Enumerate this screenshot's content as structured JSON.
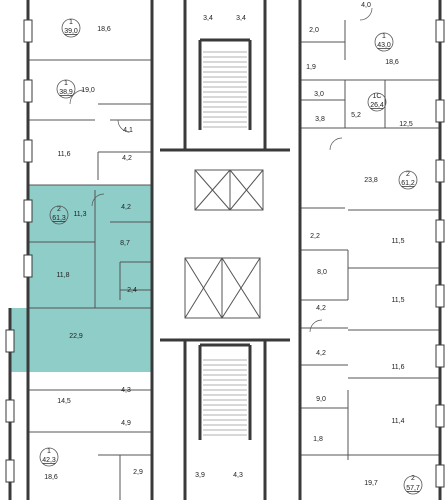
{
  "floor_plan": {
    "highlight_color": "#8ecdc8",
    "wall_color": "#3a3a3a",
    "apartments": [
      {
        "id": "apt-1-39",
        "rooms_label": "1",
        "total_area": "39,0",
        "rooms": [
          "18,6"
        ]
      },
      {
        "id": "apt-1-38",
        "rooms_label": "1",
        "total_area": "38,9",
        "rooms": [
          "19,0",
          "4,1",
          "11,6",
          "4,2"
        ]
      },
      {
        "id": "apt-2-61-highlighted",
        "rooms_label": "2",
        "total_area": "61,3",
        "rooms": [
          "11,3",
          "4,2",
          "8,7",
          "11,8",
          "2,4",
          "22,9"
        ]
      },
      {
        "id": "apt-left-lower",
        "rooms": [
          "4,3",
          "14,5",
          "4,9"
        ]
      },
      {
        "id": "apt-1-42",
        "rooms_label": "1",
        "total_area": "42,3",
        "rooms": [
          "18,6",
          "2,9"
        ]
      },
      {
        "id": "apt-top-right",
        "rooms": [
          "4,0",
          "2,0",
          "1,9"
        ]
      },
      {
        "id": "apt-1-43",
        "rooms_label": "1",
        "total_area": "43,0",
        "rooms": [
          "18,6"
        ]
      },
      {
        "id": "apt-1c-26",
        "rooms_label": "1С",
        "total_area": "26,4",
        "rooms": [
          "3,0",
          "3,8",
          "5,2",
          "12,5"
        ]
      },
      {
        "id": "apt-2-61-right",
        "rooms_label": "2",
        "total_area": "61,2",
        "rooms": [
          "23,8",
          "2,2",
          "11,5",
          "8,0",
          "11,5",
          "4,2",
          "4,2"
        ]
      },
      {
        "id": "apt-right-lower",
        "rooms": [
          "11,6",
          "9,0",
          "11,4",
          "1,8"
        ]
      },
      {
        "id": "apt-2-57",
        "rooms_label": "2",
        "total_area": "57,7",
        "rooms": [
          "19,7"
        ]
      }
    ],
    "core": {
      "rooms": [
        "3,4",
        "3,4",
        "3,9",
        "4,3"
      ]
    }
  }
}
